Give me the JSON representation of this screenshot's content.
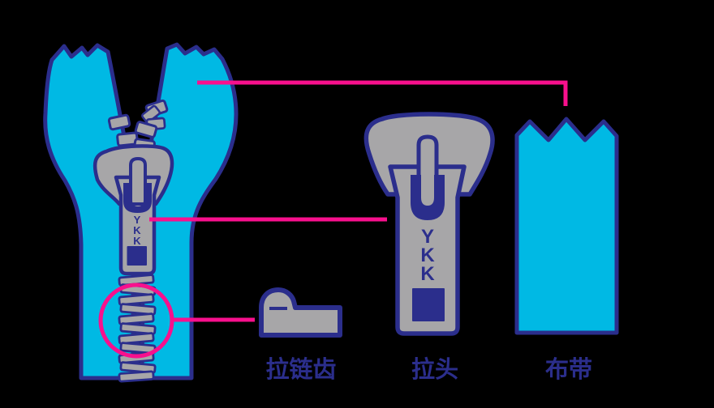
{
  "diagram_type": "zipper-parts-diagram",
  "brand": "YKK",
  "labels": {
    "teeth": "拉链齿",
    "slider": "拉头",
    "tape": "布带"
  },
  "colors": {
    "cyan": "#00B9E4",
    "navy": "#2B2E8C",
    "gray": "#A7A6A8",
    "magenta": "#F8108D",
    "background": "#000000"
  }
}
